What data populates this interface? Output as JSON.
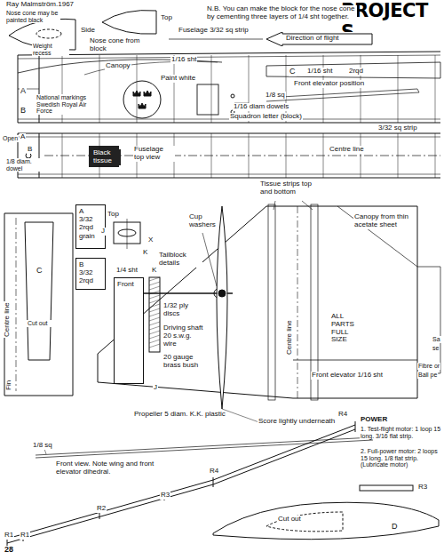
{
  "diagram": {
    "title": "PROJECT S",
    "nodes": [
      {
        "text": [
          "Direction of flight"
        ]
      },
      {
        "text": [
          "A",
          "3/32",
          "2rqd",
          "grain"
        ]
      },
      {
        "text": [
          "B",
          "3/32",
          "2rqd"
        ]
      },
      {
        "text": [
          "Front"
        ]
      }
    ],
    "labels": [
      "Ray Malmström.1967",
      "Nose cone may be painted black",
      "Side",
      "Top",
      "N.B. You can make the block for the nose cone by cementing three layers of 1/4 sht together.",
      "Fuselage 3/32 sq strip",
      "Weight recess",
      "Nose cone from block",
      "Canopy",
      "1/16 sht",
      "Paint white",
      "C",
      "1/16 sht",
      "2rqd",
      "Front elevator position",
      "A",
      "B",
      "1/8 sq",
      "1/16 diam dowels",
      "National markings Swedish Royal Air Force",
      "Squadron letter (block)",
      "3/32 sq strip",
      "Open",
      "A",
      "B",
      "1/8 diam. dowel",
      "Black tissue",
      "Fuselage top view",
      "Centre line",
      "Tissue strips top and bottom",
      "Canopy from thin acetate sheet",
      "Top",
      "J",
      "X",
      "K",
      "Cup washers",
      "Tailblock details",
      "C",
      "Centre line",
      "Cut out",
      "Fin",
      "1/4 sht",
      "K",
      "1/32 ply discs",
      "Driving shaft 20 s.w.g. wire",
      "20 gauge brass bush",
      "J",
      "Centre line",
      "ALL PARTS FULL SIZE",
      "Front elevator 1/16 sht",
      "Fibre or",
      "Ball pe",
      "Sa",
      "se",
      "Propeller 5 diam. K.K. plastic",
      "Score lightly underneath",
      "R4",
      "POWER",
      "1. Test-flight motor: 1 loop 15 long. 3/16 flat strip.",
      "2. Full-power motor: 2 loops 15 long. 1/8 flat strip. (Lubricate motor)",
      "1/8 sq",
      "Front view. Note wing and front elevator dihedral.",
      "R4",
      "R3",
      "R2",
      "R1",
      "R1",
      "R3",
      "Cut out",
      "D",
      "28"
    ]
  }
}
